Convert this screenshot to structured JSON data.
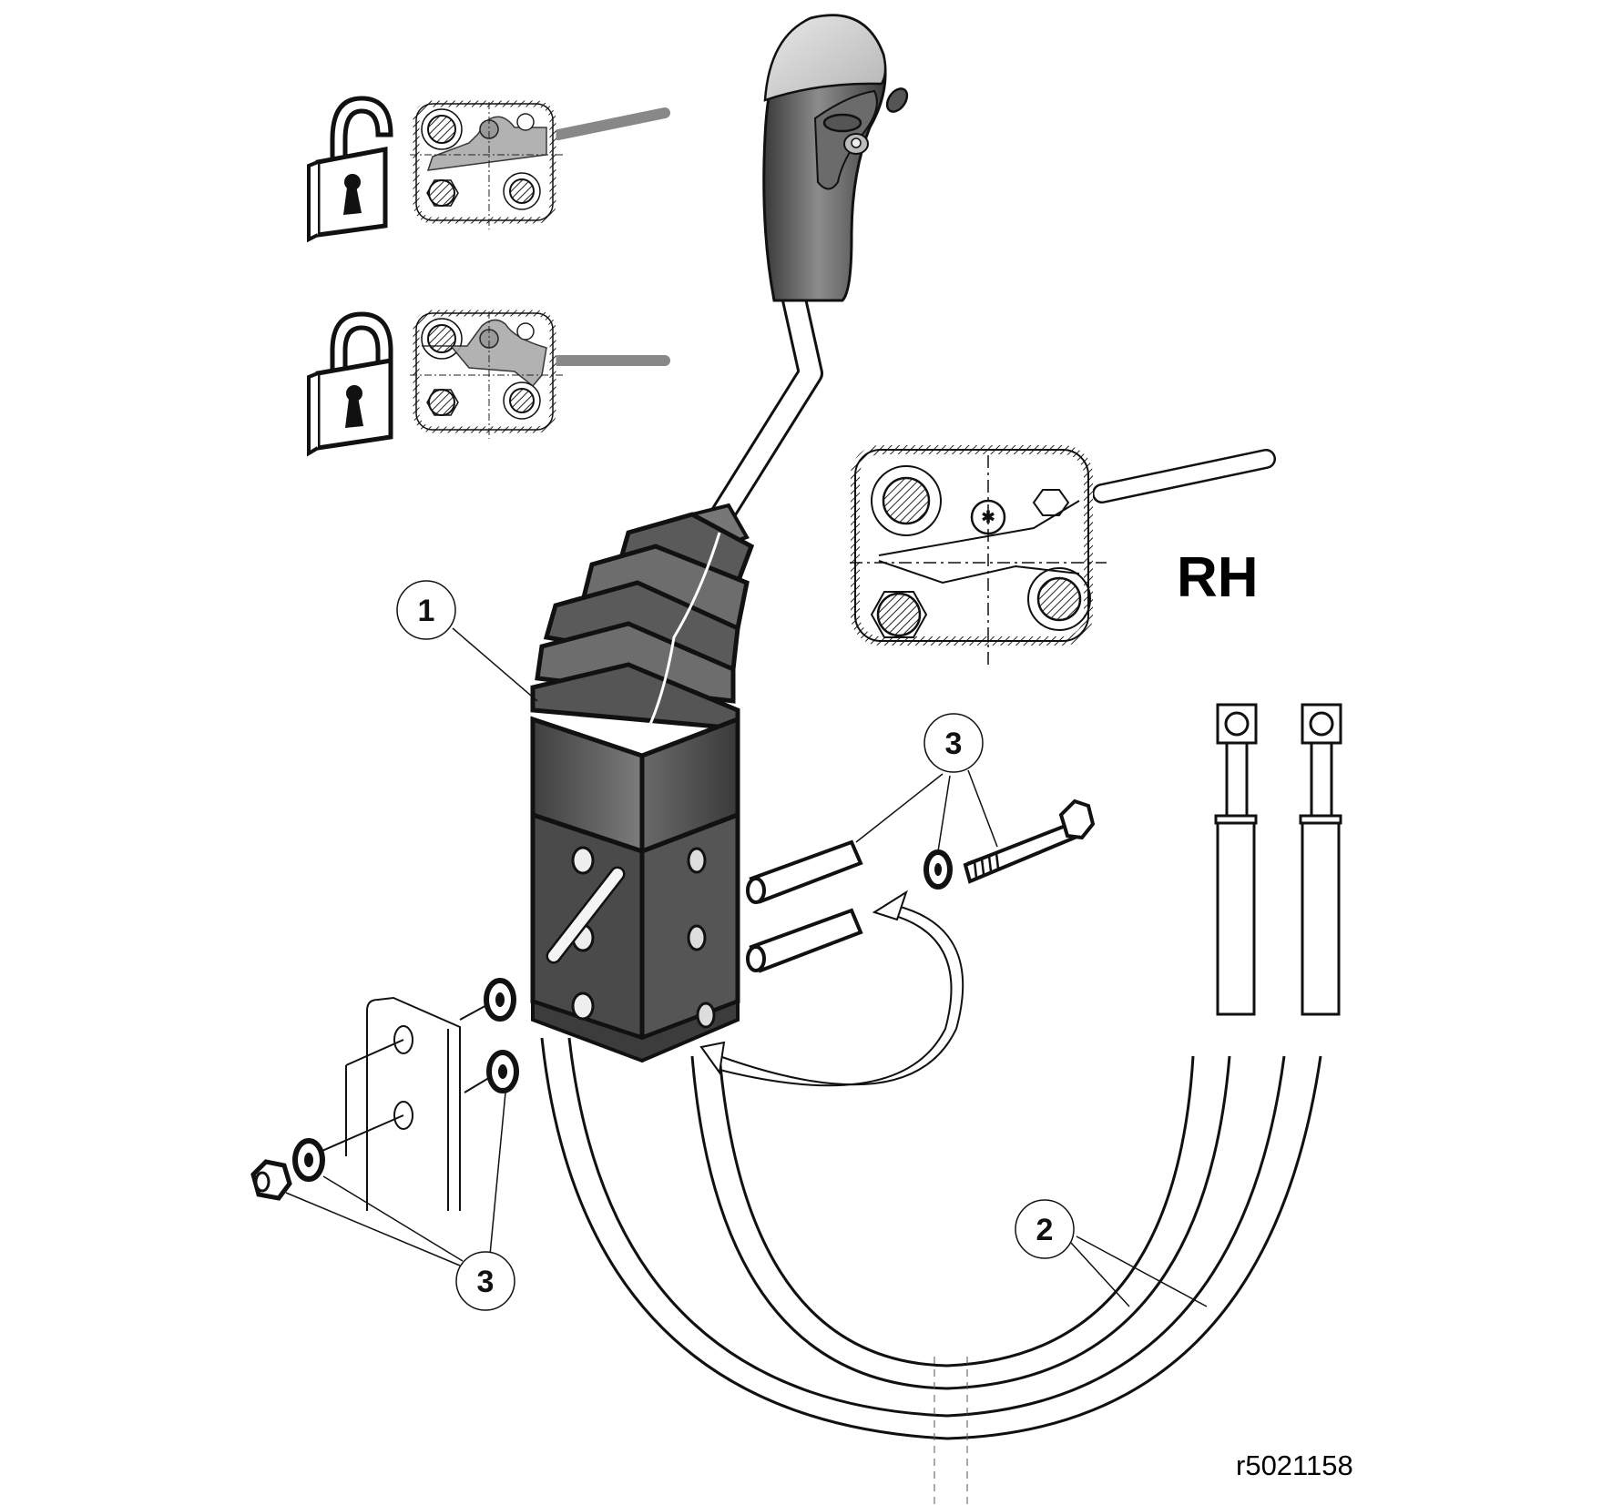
{
  "diagram": {
    "title": "Joystick control lever assembly — exploded view",
    "side_label": "RH",
    "reference_code": "r5021158",
    "lock_states": [
      {
        "state": "unlocked",
        "icon": "padlock-open-icon"
      },
      {
        "state": "locked",
        "icon": "padlock-closed-icon"
      }
    ],
    "callouts": [
      {
        "number": "1",
        "part": "Control lever with bellows and housing"
      },
      {
        "number": "2",
        "part": "Control cables"
      },
      {
        "number": "3",
        "part": "Mounting hardware: spacers, washers, bolt, nut"
      },
      {
        "number": "3",
        "part": "Mounting hardware: washers and nut"
      }
    ]
  },
  "colors": {
    "line": "#111111",
    "shade_dark": "#4a4a4a",
    "shade_mid": "#7a7a7a",
    "shade_light": "#b8b8b8",
    "lever_gray": "#a9a9a9",
    "background": "#ffffff"
  }
}
